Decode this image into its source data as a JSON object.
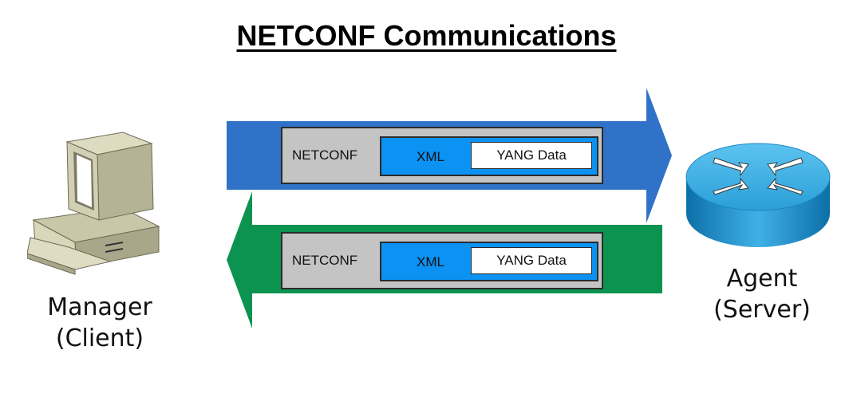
{
  "title": "NETCONF Communications",
  "manager": {
    "name": "Manager",
    "role": "(Client)",
    "icon": "desktop-computer-icon"
  },
  "agent": {
    "name": "Agent",
    "role": "(Server)",
    "icon": "router-icon"
  },
  "messages": [
    {
      "direction": "manager-to-agent",
      "color": "#2f72c8",
      "layers": {
        "protocol": "NETCONF",
        "encoding": "XML",
        "payload": "YANG Data"
      }
    },
    {
      "direction": "agent-to-manager",
      "color": "#0d9350",
      "layers": {
        "protocol": "NETCONF",
        "encoding": "XML",
        "payload": "YANG Data"
      }
    }
  ]
}
